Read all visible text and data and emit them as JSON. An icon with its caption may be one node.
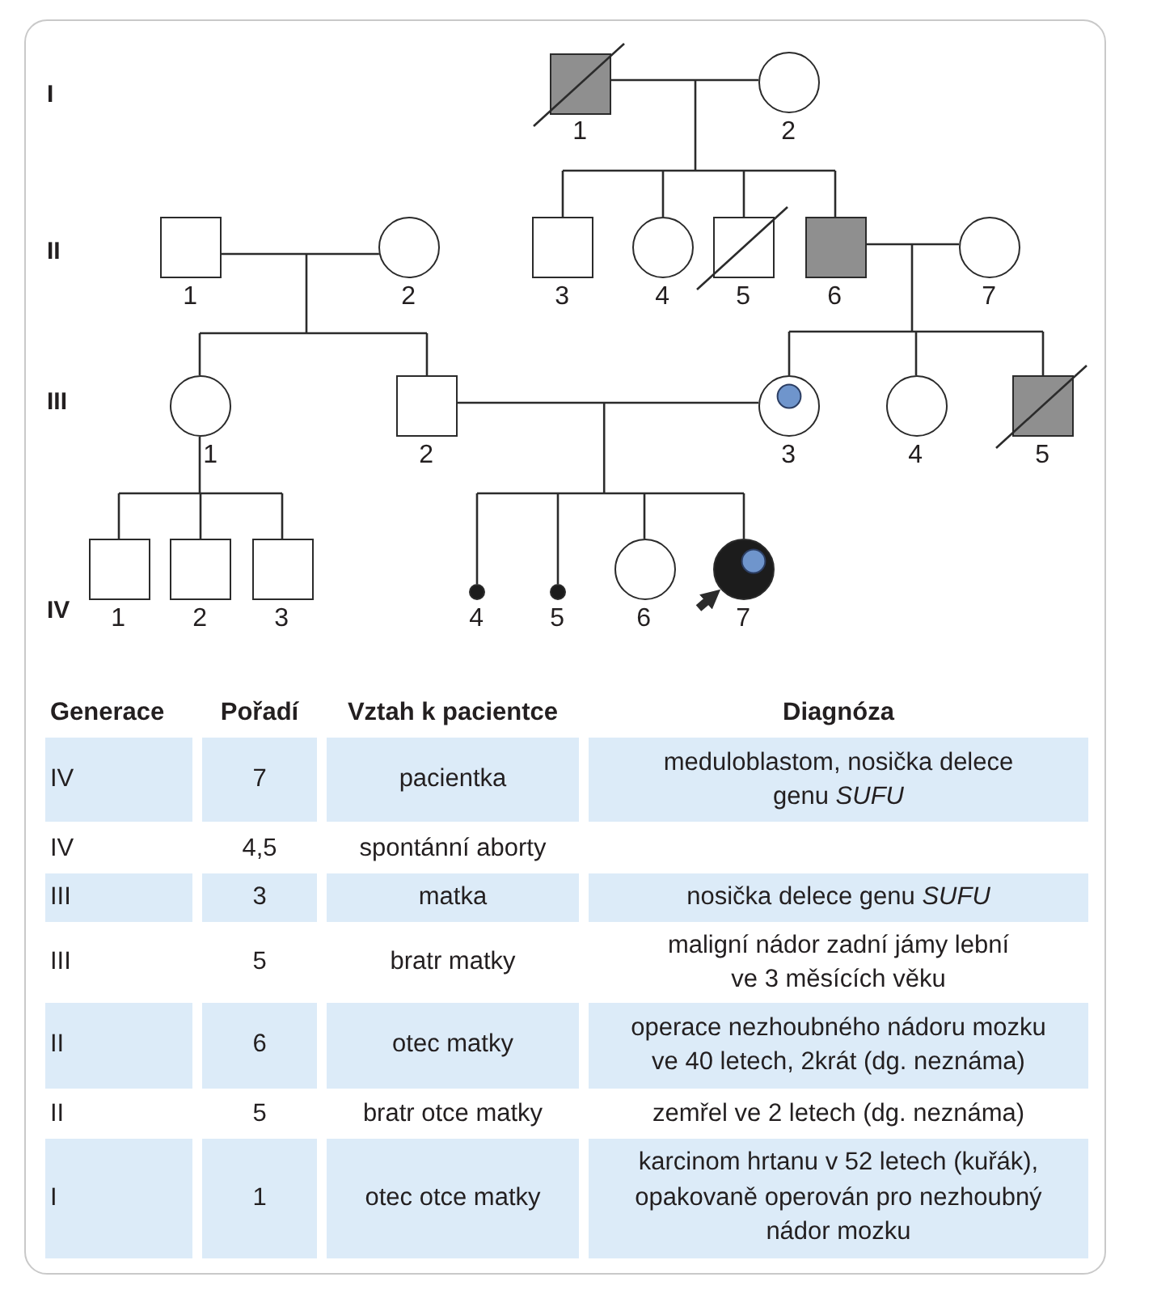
{
  "diagram": {
    "nodes": [
      {
        "text": [],
        "shape": "box",
        "beside": [
          "1"
        ]
      },
      {
        "text": [],
        "shape": "circle",
        "beside": [
          "2"
        ]
      },
      {
        "text": [],
        "shape": "box",
        "beside": [
          "1"
        ]
      },
      {
        "text": [],
        "shape": "circle",
        "beside": [
          "2"
        ]
      },
      {
        "text": [],
        "shape": "box",
        "beside": [
          "3"
        ]
      },
      {
        "text": [],
        "shape": "circle",
        "beside": [
          "4"
        ]
      },
      {
        "text": [],
        "shape": "box",
        "beside": [
          "5"
        ]
      },
      {
        "text": [],
        "shape": "box",
        "beside": [
          "6"
        ]
      },
      {
        "text": [],
        "shape": "circle",
        "beside": [
          "7"
        ]
      },
      {
        "text": [],
        "shape": "circle",
        "beside": [
          "1"
        ]
      },
      {
        "text": [],
        "shape": "box",
        "beside": [
          "2"
        ]
      },
      {
        "text": [],
        "shape": "circle",
        "beside": [
          "3"
        ]
      },
      {
        "text": [],
        "shape": "circle",
        "beside": [
          "4"
        ]
      },
      {
        "text": [],
        "shape": "box",
        "beside": [
          "5"
        ]
      },
      {
        "text": [],
        "shape": "box",
        "beside": [
          "1"
        ]
      },
      {
        "text": [],
        "shape": "box",
        "beside": [
          "2"
        ]
      },
      {
        "text": [],
        "shape": "box",
        "beside": [
          "3"
        ]
      },
      {
        "text": [],
        "shape": "circle",
        "beside": [
          "4"
        ]
      },
      {
        "text": [],
        "shape": "circle",
        "beside": [
          "5"
        ]
      },
      {
        "text": [],
        "shape": "circle",
        "beside": [
          "6"
        ]
      },
      {
        "text": [],
        "shape": "circle",
        "beside": [
          "7"
        ]
      }
    ],
    "edges": [
      {
        "from": 0,
        "to": 1,
        "arrow": "none"
      },
      {
        "from": 0,
        "to": 4,
        "arrow": "none"
      },
      {
        "from": 1,
        "to": 4,
        "arrow": "none"
      },
      {
        "from": 0,
        "to": 5,
        "arrow": "none"
      },
      {
        "from": 1,
        "to": 5,
        "arrow": "none"
      },
      {
        "from": 0,
        "to": 6,
        "arrow": "none"
      },
      {
        "from": 1,
        "to": 6,
        "arrow": "none"
      },
      {
        "from": 0,
        "to": 7,
        "arrow": "none"
      },
      {
        "from": 1,
        "to": 7,
        "arrow": "none"
      },
      {
        "from": 2,
        "to": 3,
        "arrow": "none"
      },
      {
        "from": 2,
        "to": 9,
        "arrow": "none"
      },
      {
        "from": 3,
        "to": 9,
        "arrow": "none"
      },
      {
        "from": 2,
        "to": 10,
        "arrow": "none"
      },
      {
        "from": 3,
        "to": 10,
        "arrow": "none"
      },
      {
        "from": 7,
        "to": 8,
        "arrow": "none"
      },
      {
        "from": 7,
        "to": 11,
        "arrow": "none"
      },
      {
        "from": 8,
        "to": 11,
        "arrow": "none"
      },
      {
        "from": 7,
        "to": 12,
        "arrow": "none"
      },
      {
        "from": 8,
        "to": 12,
        "arrow": "none"
      },
      {
        "from": 7,
        "to": 13,
        "arrow": "none"
      },
      {
        "from": 8,
        "to": 13,
        "arrow": "none"
      },
      {
        "from": 10,
        "to": 11,
        "arrow": "none"
      },
      {
        "from": 10,
        "to": 17,
        "arrow": "none"
      },
      {
        "from": 11,
        "to": 17,
        "arrow": "none"
      },
      {
        "from": 10,
        "to": 18,
        "arrow": "none"
      },
      {
        "from": 11,
        "to": 18,
        "arrow": "none"
      },
      {
        "from": 10,
        "to": 19,
        "arrow": "none"
      },
      {
        "from": 11,
        "to": 19,
        "arrow": "none"
      },
      {
        "from": 10,
        "to": 20,
        "arrow": "none"
      },
      {
        "from": 11,
        "to": 20,
        "arrow": "none"
      },
      {
        "from": 9,
        "to": 14,
        "arrow": "none"
      },
      {
        "from": 9,
        "to": 15,
        "arrow": "none"
      },
      {
        "from": 9,
        "to": 16,
        "arrow": "none"
      },
      {
        "from": null,
        "to": 20,
        "arrow": "to",
        "style": "thick"
      }
    ],
    "labels": [
      "I",
      "II",
      "III",
      "IV",
      "Generace",
      "Pořadí",
      "Vztah k pacientce",
      "Diagnóza",
      "IV",
      "7",
      "pacientka",
      "meduloblastom, nosička delece genu *SUFU*",
      "IV",
      "4,5",
      "spontánní aborty",
      "III",
      "3",
      "matka",
      "nosička delece genu *SUFU*",
      "III",
      "5",
      "bratr matky",
      "maligní nádor zadní jámy lební ve 3 měsících věku",
      "II",
      "6",
      "otec matky",
      "operace nezhoubného nádoru mozku ve 40 letech, 2krát (dg. neznáma)",
      "II",
      "5",
      "bratr otce matky",
      "zemřel ve 2 letech (dg. neznáma)",
      "I",
      "1",
      "otec otce matky",
      "karcinom hrtanu v 52 letech (kuřák), opakovaně operován pro nezhoubný nádor mozku"
    ]
  }
}
